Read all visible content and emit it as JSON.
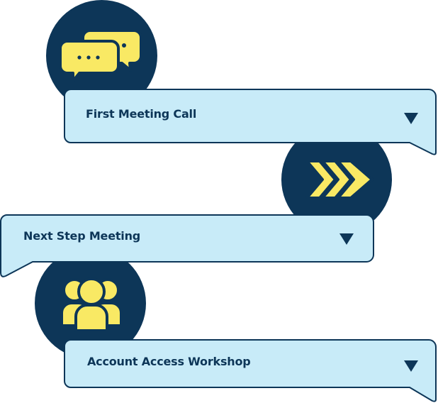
{
  "colors": {
    "navy": "#0d3658",
    "yellow": "#f9e964",
    "bubble_fill": "#c8ebf8",
    "white": "#ffffff"
  },
  "items": [
    {
      "label": "First Meeting Call",
      "icon": "chat-bubbles-icon",
      "toggle_icon": "chevron-down-icon"
    },
    {
      "label": "Next Step Meeting",
      "icon": "forward-arrows-icon",
      "toggle_icon": "chevron-down-icon"
    },
    {
      "label": "Account Access Workshop",
      "icon": "group-people-icon",
      "toggle_icon": "chevron-down-icon"
    }
  ]
}
